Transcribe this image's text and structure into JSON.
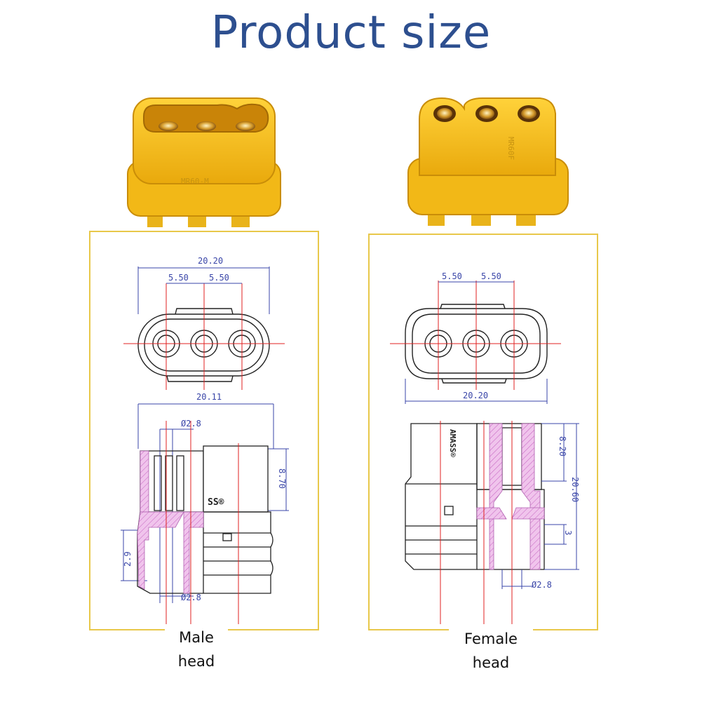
{
  "title": "Product size",
  "male": {
    "caption_line1": "Male",
    "caption_line2": "head",
    "dims": {
      "width_total": "20.20",
      "pitch_left": "5.50",
      "pitch_right": "5.50",
      "side_width": "20.11",
      "pin_dia_top": "Ø2.8",
      "pin_dia_bottom": "Ø2.8",
      "height": "8.70",
      "step": "2.9"
    },
    "photo_label": "MR60-M",
    "logo_text": "SS®"
  },
  "female": {
    "caption_line1": "Female",
    "caption_line2": "head",
    "dims": {
      "pitch_left": "5.50",
      "pitch_right": "5.50",
      "width_total": "20.20",
      "height_top": "8.20",
      "height_total": "20.60",
      "step": "3",
      "pin_dia": "Ø2.8"
    },
    "photo_label": "MR60F",
    "logo_text": "AMASS®"
  },
  "colors": {
    "title": "#2d4f8f",
    "connector_yellow": "#f5c21b",
    "frame_yellow": "#e8c84a",
    "dimension_blue": "#3a46a8",
    "center_red": "#e02020",
    "hatch_pink": "#e6a8e0"
  }
}
